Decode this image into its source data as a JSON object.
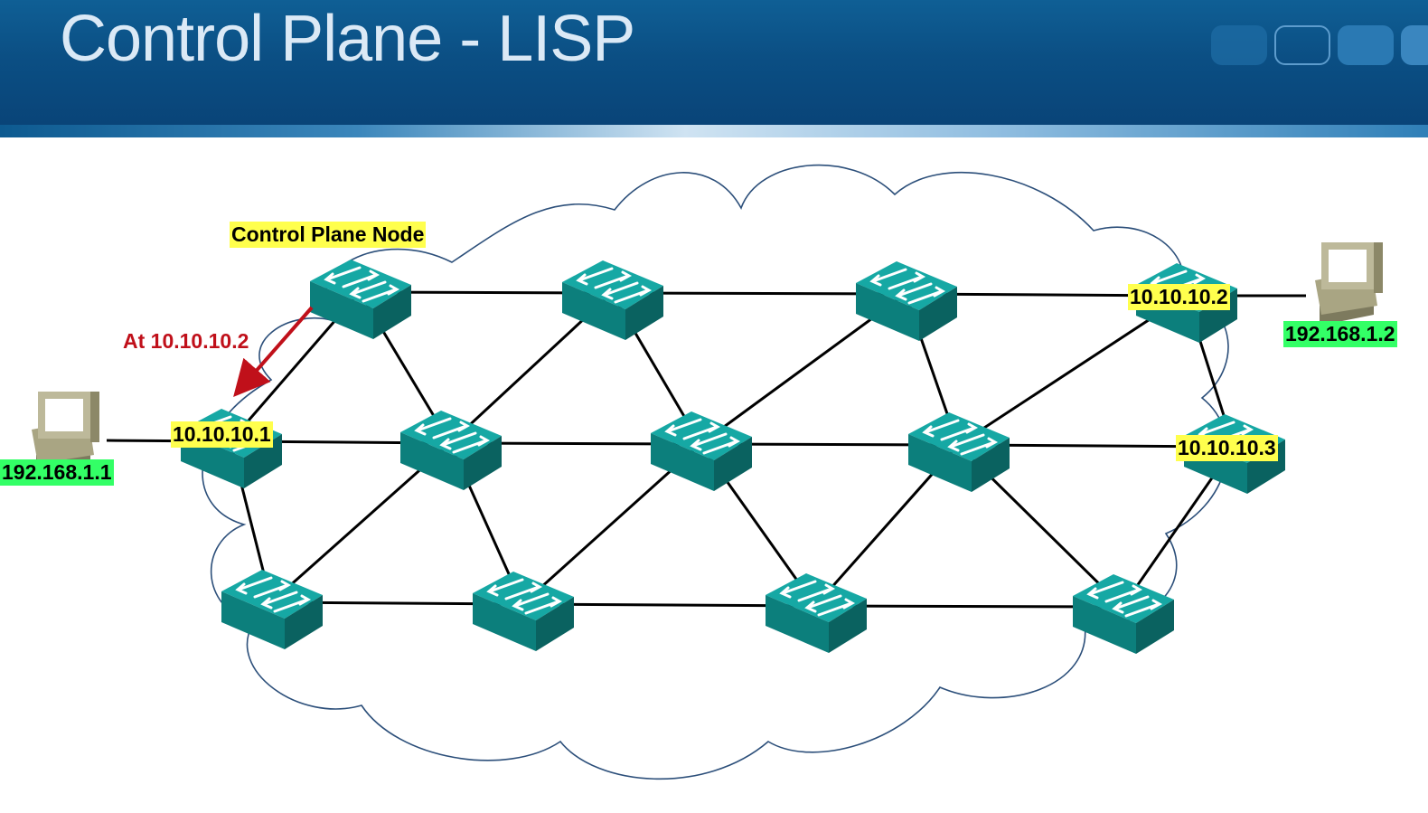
{
  "slide": {
    "title": "Control Plane - LISP"
  },
  "labels": {
    "control_plane_node": "Control Plane Node",
    "arrow_note": "At 10.10.10.2",
    "rloc_1": "10.10.10.1",
    "rloc_2": "10.10.10.2",
    "rloc_3": "10.10.10.3",
    "host_1_ip": "192.168.1.1",
    "host_2_ip": "192.168.1.2"
  },
  "colors": {
    "banner": "#0b4f84",
    "title_text": "#dbe9f6",
    "switch": "#0e8f8c",
    "rloc_highlight": "#ffff4d",
    "host_highlight": "#33ff66",
    "arrow": "#c0101a"
  },
  "icons": [
    "switch-icon",
    "computer-icon",
    "cloud-shape",
    "arrow-icon"
  ]
}
